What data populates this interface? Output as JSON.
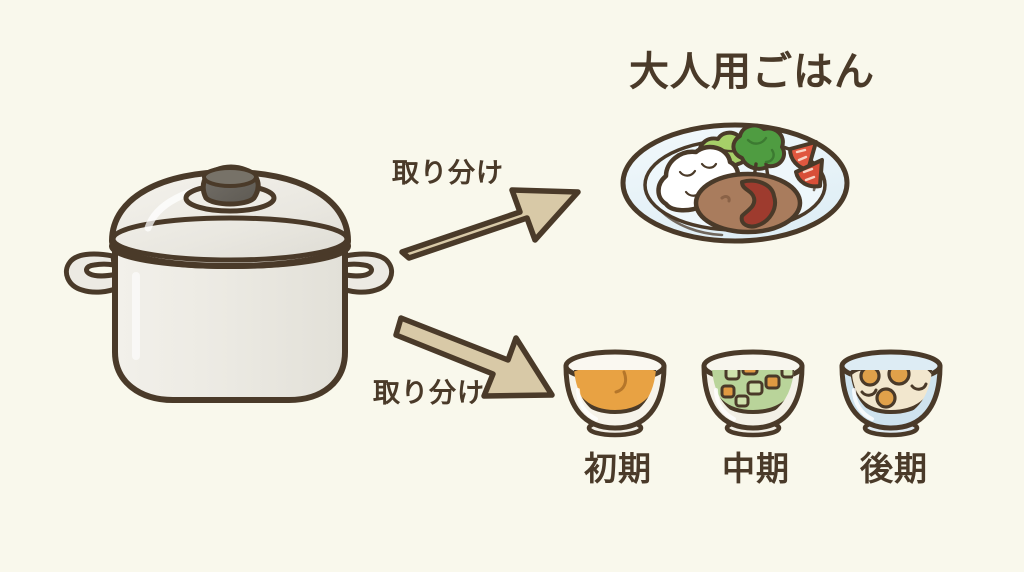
{
  "illustration": {
    "background_color": "#f9f8ec",
    "ink_color": "#4a3a29",
    "title": "大人用ごはん"
  },
  "pot": {
    "name": "cooking-pot",
    "body_color": "#ece9e2",
    "lid_color": "#e8e5dd",
    "knob_color": "#6e6a62",
    "outline_color": "#4a3a29"
  },
  "arrows": [
    {
      "id": "arrow-to-adult-meal",
      "label": "取り分け",
      "direction": "up-right",
      "fill": "#d8c9a7",
      "outline": "#4a3a29"
    },
    {
      "id": "arrow-to-baby-food",
      "label": "取り分け",
      "direction": "down-right",
      "fill": "#d8c9a7",
      "outline": "#4a3a29"
    }
  ],
  "adult_meal": {
    "title": "大人用ごはん",
    "plate_color": "#e8f2f7",
    "items": [
      {
        "name": "rice",
        "color": "#ffffff"
      },
      {
        "name": "lettuce",
        "color": "#9ccc66"
      },
      {
        "name": "broccoli",
        "color": "#4e9c3f"
      },
      {
        "name": "tomato",
        "color": "#e05a44"
      },
      {
        "name": "hamburg-steak",
        "color": "#a5785a"
      },
      {
        "name": "demi-glace-sauce",
        "color": "#9e3b2e"
      }
    ]
  },
  "baby_food_stages": [
    {
      "label": "初期",
      "bowl_color": "#f5f2ea",
      "food_color": "#e8a243",
      "food_name": "smooth-orange-puree"
    },
    {
      "label": "中期",
      "bowl_color": "#f1efe5",
      "food_color": "#b9d49a",
      "food_name": "mashed-vegetable-porridge"
    },
    {
      "label": "後期",
      "bowl_color": "#cfe3ee",
      "food_color": "#f0e6cf",
      "food_name": "chunky-rice-porridge"
    }
  ]
}
